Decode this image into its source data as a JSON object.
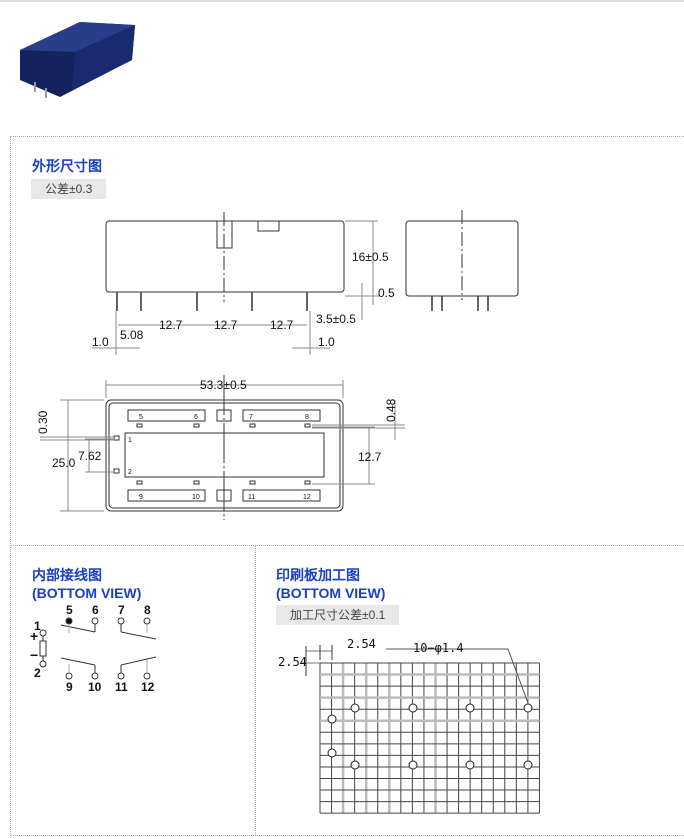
{
  "outline": {
    "title": "外形尺寸图",
    "tolerance": "公差±0.3",
    "dims": {
      "height": "16±0.5",
      "gap": "0.5",
      "pin_len": "3.5±0.5",
      "pitch1": "12.7",
      "pitch2": "12.7",
      "pitch3": "12.7",
      "first_pitch": "5.08",
      "pin_w_left": "1.0",
      "pin_w_right": "1.0",
      "length": "53.3±0.5",
      "width": "25.0",
      "coil_pitch": "7.62",
      "offset_left": "0.30",
      "row_pitch": "12.7",
      "offset_right": "0.48"
    },
    "pins": {
      "p5": "5",
      "p6": "6",
      "p7": "7",
      "p8": "8",
      "p1": "1",
      "p2": "2",
      "p9": "9",
      "p10": "10",
      "p11": "11",
      "p12": "12"
    }
  },
  "wiring": {
    "title": "内部接线图",
    "subtitle": "(BOTTOM VIEW)",
    "pins": {
      "p1": "1",
      "p2": "2",
      "p5": "5",
      "p6": "6",
      "p7": "7",
      "p8": "8",
      "p9": "9",
      "p10": "10",
      "p11": "11",
      "p12": "12"
    },
    "plus": "+",
    "minus": "−"
  },
  "pcb": {
    "title": "印刷板加工图",
    "subtitle": "(BOTTOM VIEW)",
    "tolerance": "加工尺寸公差±0.1",
    "pitch_x": "2.54",
    "pitch_y": "2.54",
    "holes": "10−φ1.4"
  },
  "colors": {
    "title": "#1a3fc4",
    "tag_bg": "#e8e8e8",
    "relay_body": "#1b2a6b"
  }
}
